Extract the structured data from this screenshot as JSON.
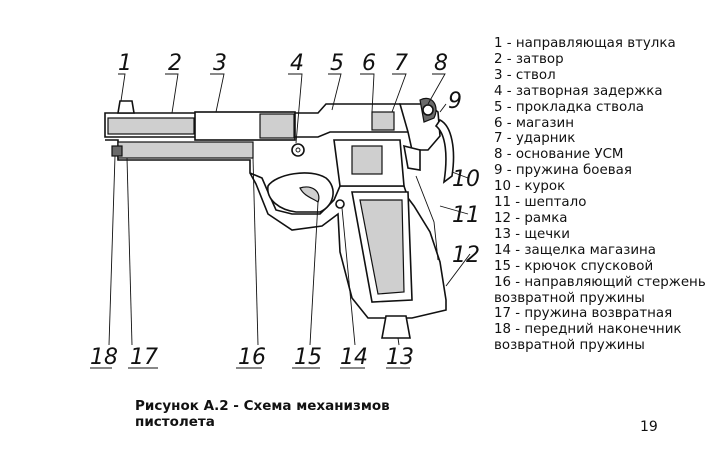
{
  "figure": {
    "caption": "Рисунок А.2 - Схема механизмов пистолета",
    "page_number": "19",
    "callouts": [
      "1",
      "2",
      "3",
      "4",
      "5",
      "6",
      "7",
      "8",
      "9",
      "10",
      "11",
      "12",
      "13",
      "14",
      "15",
      "16",
      "17",
      "18"
    ],
    "legend": [
      "1 - направляющая втулка",
      "2 - затвор",
      "3 - ствол",
      "4 - затворная задержка",
      "5 - прокладка ствола",
      "6 - магазин",
      "7 - ударник",
      "8 - основание УСМ",
      "9 - пружина боевая",
      "10 - курок",
      "11 - шептало",
      "12 - рамка",
      "13 - щечки",
      "14 - защелка магазина",
      "15 - крючок спусковой",
      "16 - направляющий стержень возвратной пружины",
      "17 - пружина возвратная",
      "18 - передний наконечник возвратной пружины"
    ]
  }
}
